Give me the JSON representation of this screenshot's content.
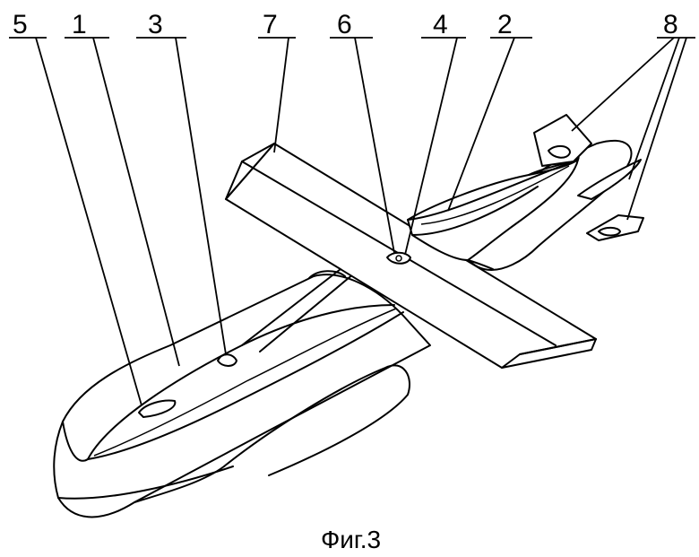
{
  "figure": {
    "caption": "Фиг.3",
    "callouts": [
      {
        "key": "c5",
        "label": "5"
      },
      {
        "key": "c1",
        "label": "1"
      },
      {
        "key": "c3",
        "label": "3"
      },
      {
        "key": "c7",
        "label": "7"
      },
      {
        "key": "c6",
        "label": "6"
      },
      {
        "key": "c4",
        "label": "4"
      },
      {
        "key": "c2",
        "label": "2"
      },
      {
        "key": "c8",
        "label": "8"
      }
    ]
  }
}
